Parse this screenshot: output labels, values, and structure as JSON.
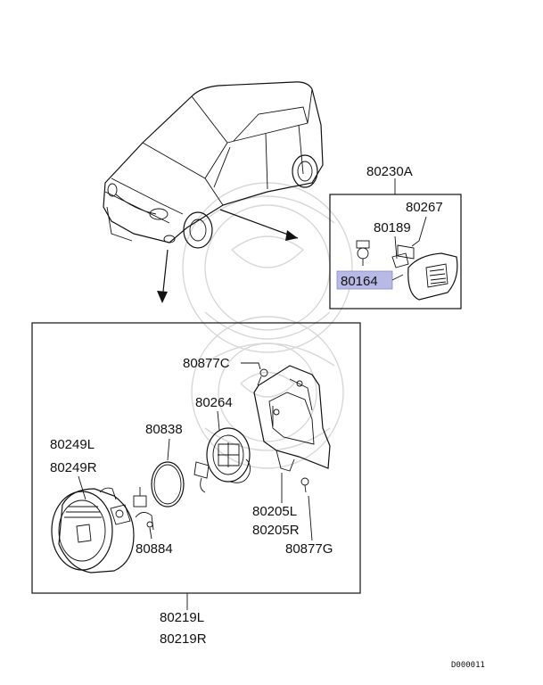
{
  "diagram_code": "D000011",
  "highlight_color": "#b9b9e6",
  "callouts": {
    "p80230A": "80230A",
    "p80267": "80267",
    "p80189": "80189",
    "p80164": "80164",
    "p80877C": "80877C",
    "p80264": "80264",
    "p80838": "80838",
    "p80249L": "80249L",
    "p80249R": "80249R",
    "p80884": "80884",
    "p80205L": "80205L",
    "p80205R": "80205R",
    "p80877G": "80877G",
    "p80219L": "80219L",
    "p80219R": "80219R"
  }
}
